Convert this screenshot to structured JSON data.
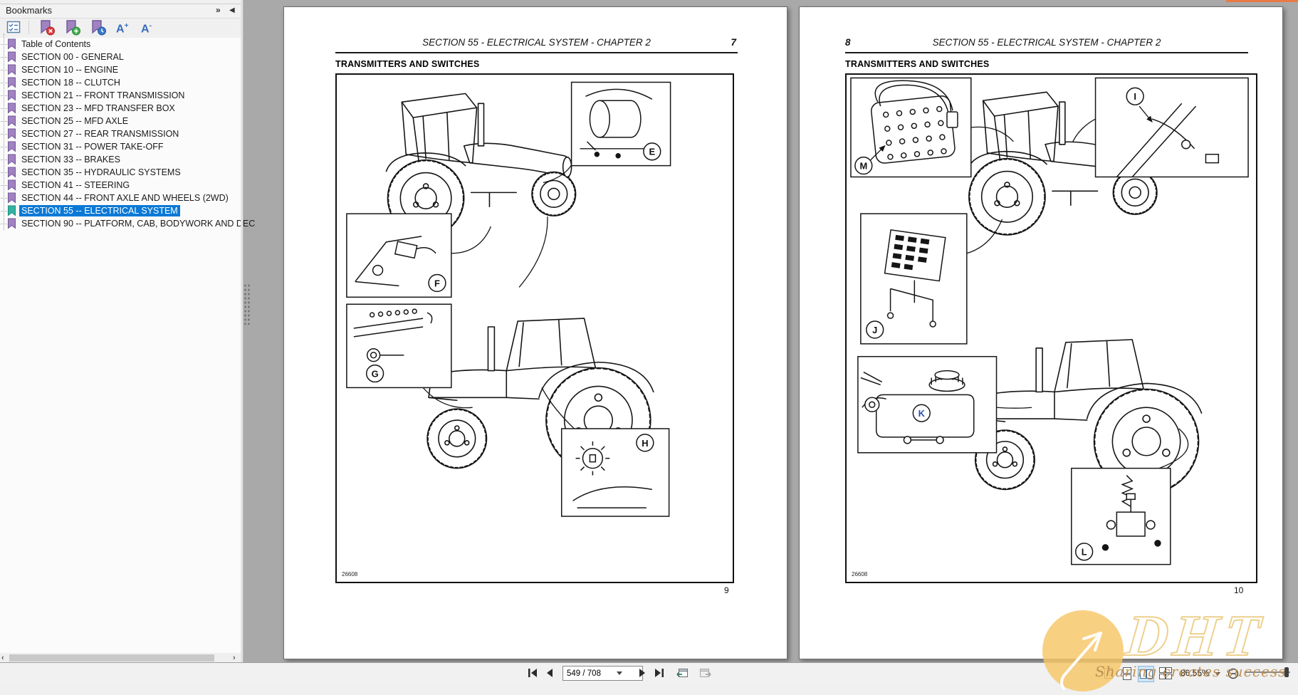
{
  "bookmarks_panel": {
    "title": "Bookmarks",
    "toolbar": {
      "font_larger": {
        "base": "A",
        "sign": "+"
      },
      "font_smaller": {
        "base": "A",
        "sign": "-"
      }
    },
    "items": [
      {
        "label": "Table of Contents",
        "selected": false
      },
      {
        "label": "SECTION 00 - GENERAL",
        "selected": false
      },
      {
        "label": "SECTION 10 -- ENGINE",
        "selected": false
      },
      {
        "label": "SECTION 18 -- CLUTCH",
        "selected": false
      },
      {
        "label": "SECTION 21 -- FRONT TRANSMISSION",
        "selected": false
      },
      {
        "label": "SECTION 23 -- MFD TRANSFER BOX",
        "selected": false
      },
      {
        "label": "SECTION 25 -- MFD AXLE",
        "selected": false
      },
      {
        "label": "SECTION 27 -- REAR TRANSMISSION",
        "selected": false
      },
      {
        "label": "SECTION 31 -- POWER TAKE-OFF",
        "selected": false
      },
      {
        "label": "SECTION 33 -- BRAKES",
        "selected": false
      },
      {
        "label": "SECTION 35 -- HYDRAULIC SYSTEMS",
        "selected": false
      },
      {
        "label": "SECTION 41 -- STEERING",
        "selected": false
      },
      {
        "label": "SECTION 44 -- FRONT AXLE AND WHEELS (2WD)",
        "selected": false
      },
      {
        "label": "SECTION 55 -- ELECTRICAL SYSTEM",
        "selected": true
      },
      {
        "label": "SECTION 90 -- PLATFORM, CAB, BODYWORK AND DEC",
        "selected": false
      }
    ]
  },
  "pages": {
    "left": {
      "running_head": "SECTION 55 - ELECTRICAL SYSTEM - CHAPTER 2",
      "head_page_number": "7",
      "section_heading": "TRANSMITTERS AND SWITCHES",
      "figure_code": "26608",
      "footer_page_number": "9",
      "callouts": [
        "E",
        "F",
        "G",
        "H"
      ]
    },
    "right": {
      "running_head": "SECTION 55 - ELECTRICAL SYSTEM - CHAPTER 2",
      "head_page_number": "8",
      "section_heading": "TRANSMITTERS AND SWITCHES",
      "figure_code": "26608",
      "footer_page_number": "10",
      "callouts": [
        "M",
        "I",
        "J",
        "K",
        "L"
      ]
    }
  },
  "bottom_toolbar": {
    "page_indicator": "549 / 708",
    "zoom_percent": "86.55%"
  },
  "watermark": {
    "logo_text": "DHT",
    "slogan": "Sharing creates success"
  },
  "glyphs": {
    "expand_icons": "»",
    "dock_icon": "◀",
    "scroll_left": "‹",
    "scroll_right": "›"
  },
  "colors": {
    "selection_blue": "#0a79d6",
    "bookmark_purple": "#a083c0",
    "bookmark_teal": "#35b3a2",
    "doc_background": "#a9a9a9",
    "accent_orange": "#e87b45",
    "watermark_gold": "#f7c667"
  }
}
